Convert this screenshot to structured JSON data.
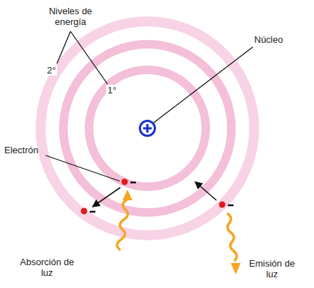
{
  "diagram": {
    "labels": [
      "Niveles de energía",
      "2°",
      "1°",
      "Núcleo",
      "Electrón",
      "Absorción de luz",
      "Emisión de luz"
    ]
  }
}
